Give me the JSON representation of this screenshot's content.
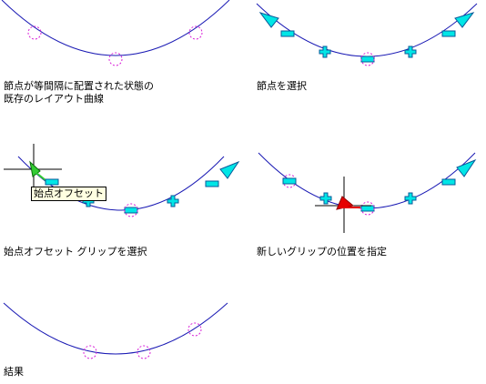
{
  "captions": {
    "p1": "節点が等間隔に配置された状態の\n既存のレイアウト曲線",
    "p2": "節点を選択",
    "p3": "始点オフセット グリップを選択",
    "p4": "新しいグリップの位置を指定",
    "p5": "結果"
  },
  "tooltip": "始点オフセット",
  "colors": {
    "curve": "#1a1ab4",
    "node_marker": "#d81ed8",
    "grip_fill": "#00e6e6",
    "grip_stroke": "#0a5a9a",
    "active_grip": "#33cc33",
    "new_grip": "#e60000",
    "crosshair": "#000000"
  }
}
